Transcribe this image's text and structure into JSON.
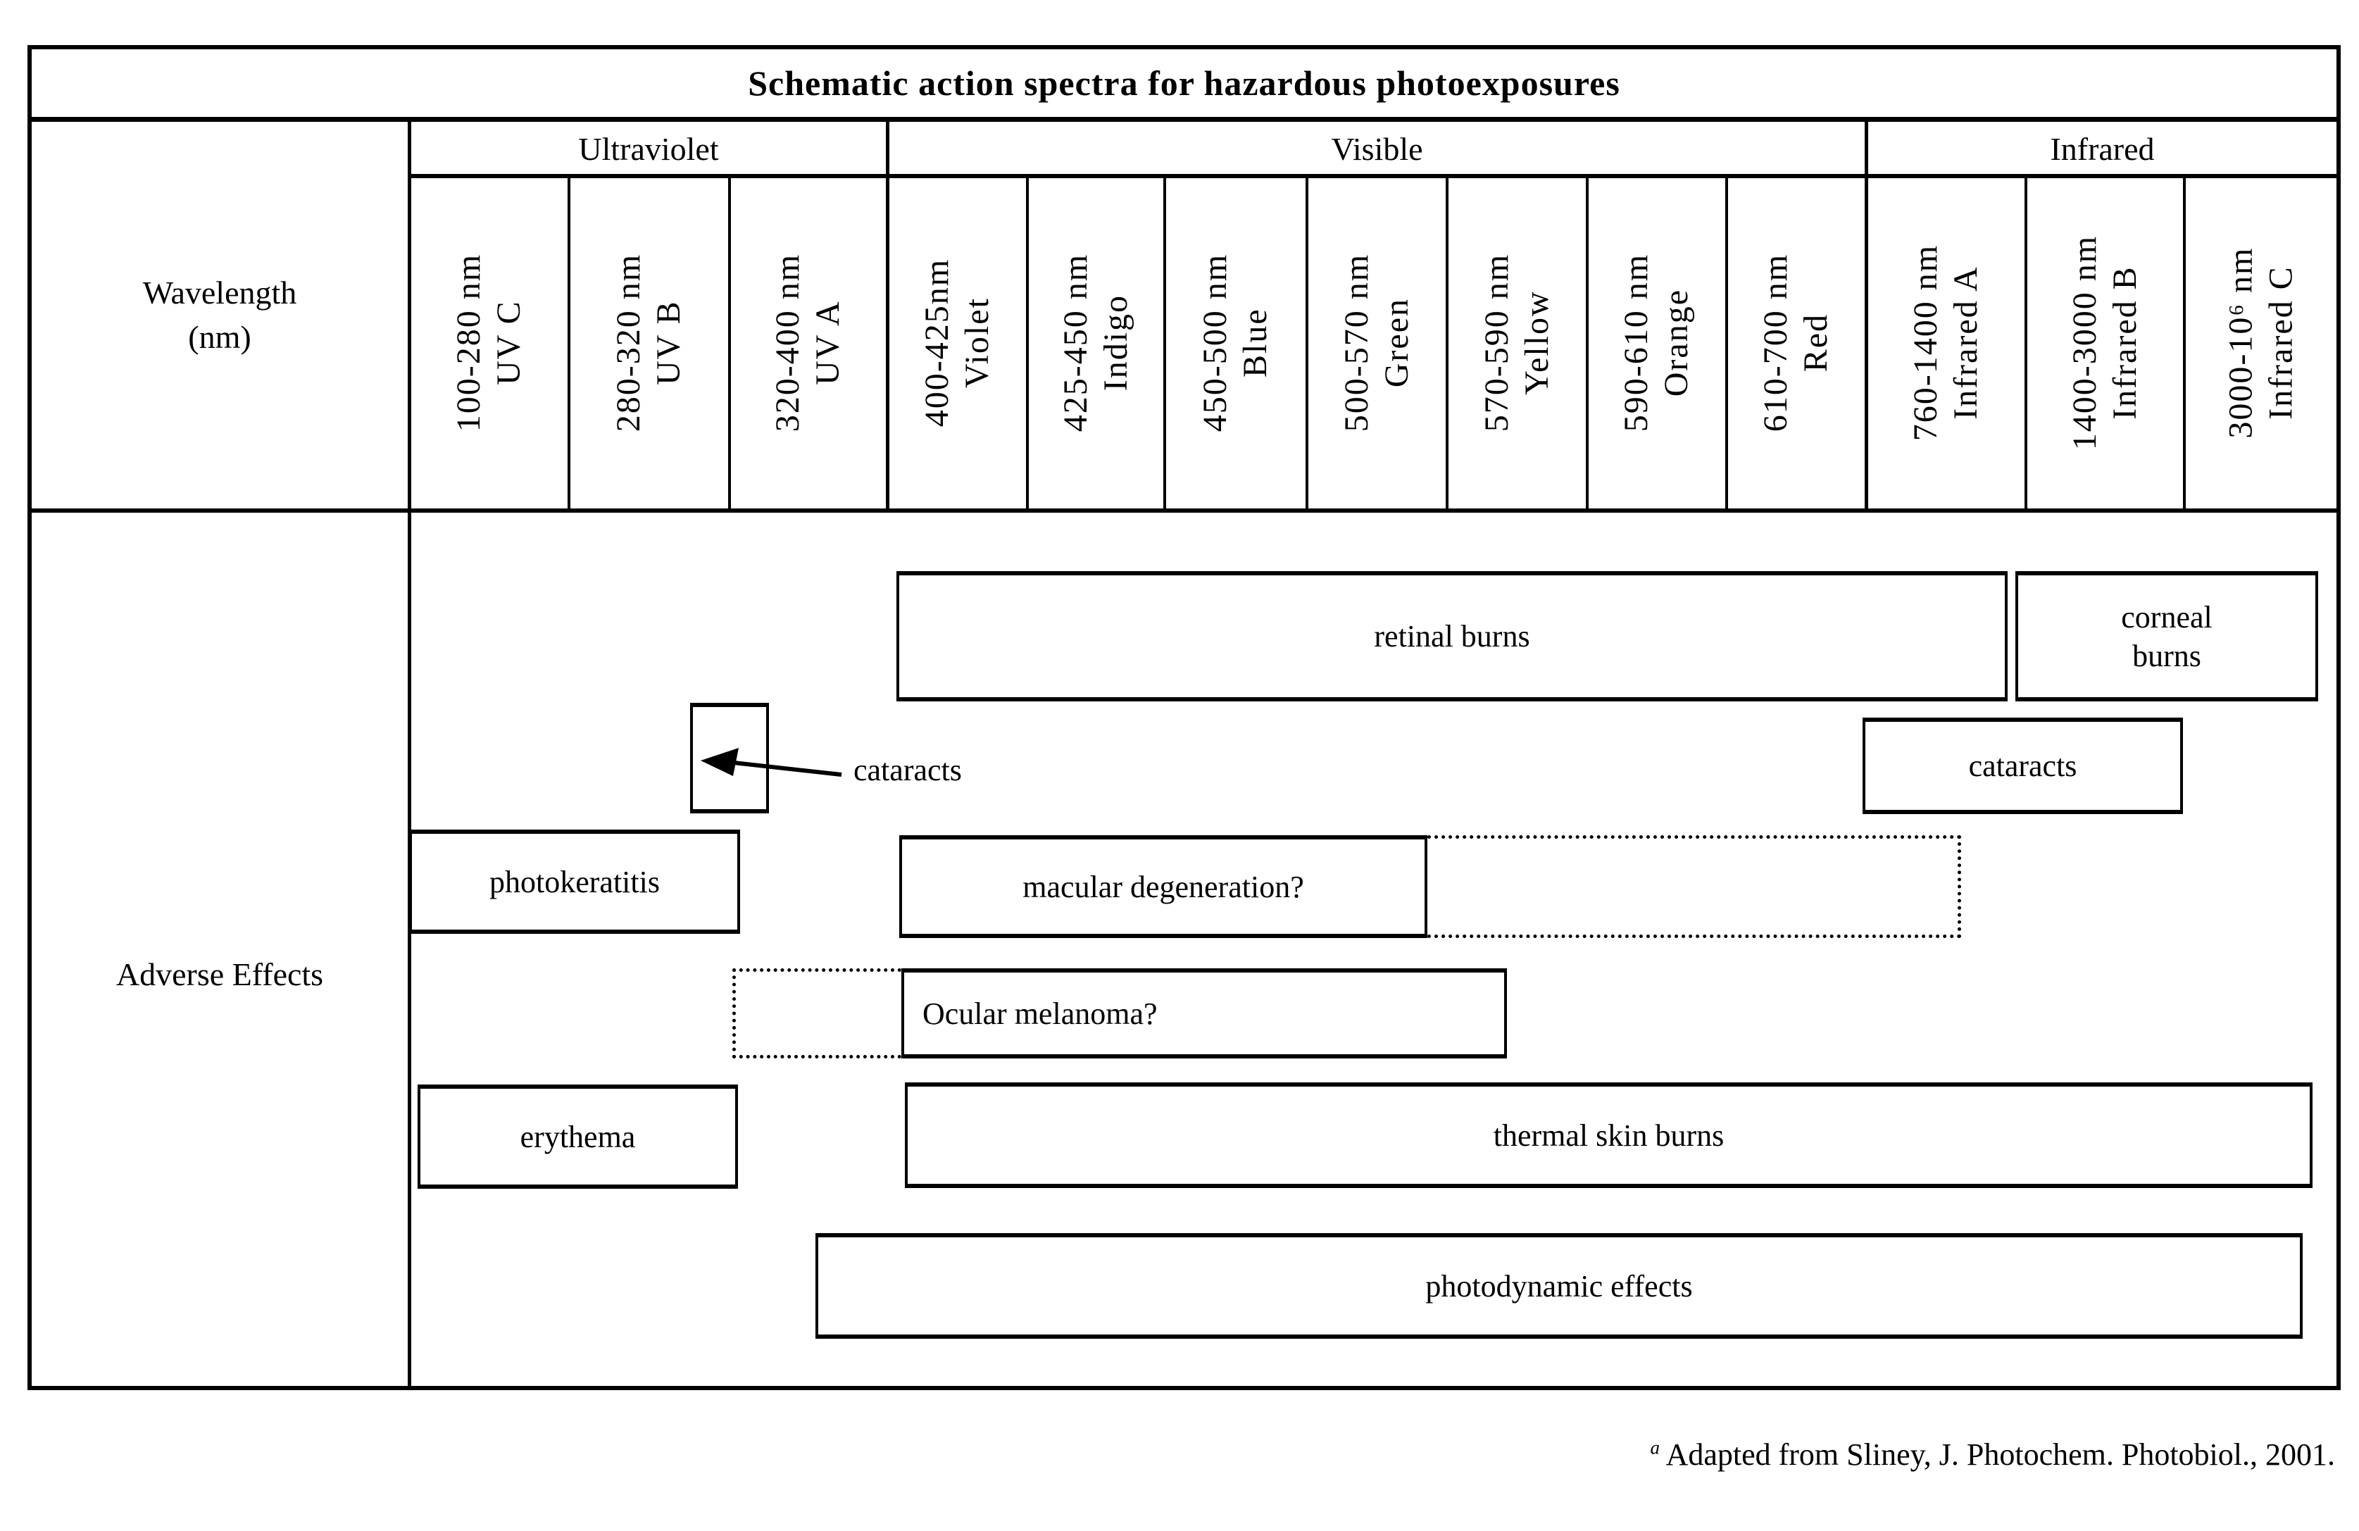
{
  "colors": {
    "ink": "#000000",
    "background": "#ffffff"
  },
  "title": "Schematic action spectra for hazardous photoexposures",
  "headers": {
    "wavelength_line1": "Wavelength",
    "wavelength_line2": "(nm)",
    "adverse_effects": "Adverse Effects"
  },
  "sections": {
    "ultraviolet": "Ultraviolet",
    "visible": "Visible",
    "infrared": "Infrared"
  },
  "bands": [
    {
      "range": "100-280 nm",
      "name": "UV C"
    },
    {
      "range": "280-320 nm",
      "name": "UV B"
    },
    {
      "range": "320-400 nm",
      "name": "UV A"
    },
    {
      "range": "400-425nm",
      "name": "Violet"
    },
    {
      "range": "425-450 nm",
      "name": "Indigo"
    },
    {
      "range": "450-500 nm",
      "name": "Blue"
    },
    {
      "range": "500-570 nm",
      "name": "Green"
    },
    {
      "range": "570-590 nm",
      "name": "Yellow"
    },
    {
      "range": "590-610 nm",
      "name": "Orange"
    },
    {
      "range": "610-700 nm",
      "name": "Red"
    },
    {
      "range": "760-1400 nm",
      "name": "Infrared A"
    },
    {
      "range": "1400-3000 nm",
      "name": "Infrared B"
    },
    {
      "range": "3000-10⁶ nm",
      "name": "Infrared C"
    }
  ],
  "effects": {
    "retinal_burns": "retinal burns",
    "corneal_burns": "corneal\nburns",
    "cataracts_uv_label": "cataracts",
    "cataracts_ir": "cataracts",
    "photokeratitis": "photokeratitis",
    "macular_degeneration": "macular degeneration?",
    "ocular_melanoma": "Ocular melanoma?",
    "erythema": "erythema",
    "thermal_skin_burns": "thermal skin burns",
    "photodynamic_effects": "photodynamic effects"
  },
  "footnote": {
    "sup": "a",
    "text": " Adapted from Sliney, J. Photochem. Photobiol., 2001."
  }
}
